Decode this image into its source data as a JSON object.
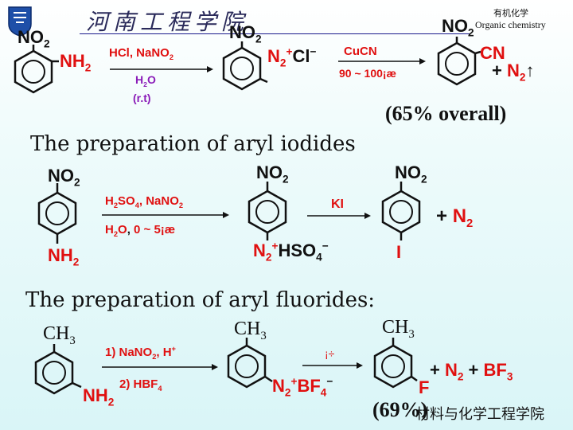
{
  "header": {
    "university_logo_text": "河南工程学院",
    "course_cn": "有机化学",
    "course_en": "Organic chemistry"
  },
  "colors": {
    "reagent": "#e01010",
    "condition": "#8a1bb8",
    "text": "#111111",
    "rule": "#1a1a8c"
  },
  "scheme1": {
    "sm_group_top": "NO2",
    "sm_group_side": "NH2",
    "reagent_top": "HCl, NaNO2",
    "reagent_bottom1": "H2O",
    "reagent_bottom2": "(r.t)",
    "int_group_top": "NO2",
    "int_group_side": "N2+Cl−",
    "reagent2_top": "CuCN",
    "reagent2_bottom": "90 ~ 100¡æ",
    "prod_group_top": "NO2",
    "prod_group_side": "CN",
    "byproduct": "+ N2",
    "yield": "(65% overall)"
  },
  "section_iodides": {
    "title": "The preparation of aryl iodides",
    "sm_top": "NO2",
    "sm_bottom": "NH2",
    "reagent_top": "H2SO4, NaNO2",
    "reagent_bottom": "H2O, 0 ~ 5¡æ",
    "int_top": "NO2",
    "int_bottom": "N2+HSO4−",
    "reagent2": "KI",
    "prod_top": "NO2",
    "prod_bottom": "I",
    "byproduct": "+ N2"
  },
  "section_fluorides": {
    "title": "The preparation of aryl fluorides:",
    "sm_top": "CH3",
    "sm_bottom": "NH2",
    "reagent_line1": "1) NaNO2, H+",
    "reagent_line2": "2) HBF4",
    "int_top": "CH3",
    "int_bottom": "N2+BF4−",
    "reagent2": "¡÷",
    "prod_top": "CH3",
    "prod_bottom": "F",
    "byproduct": "+ N2 + BF3",
    "yield": "(69%)"
  },
  "footer": {
    "school": "材料与化学工程学院"
  }
}
